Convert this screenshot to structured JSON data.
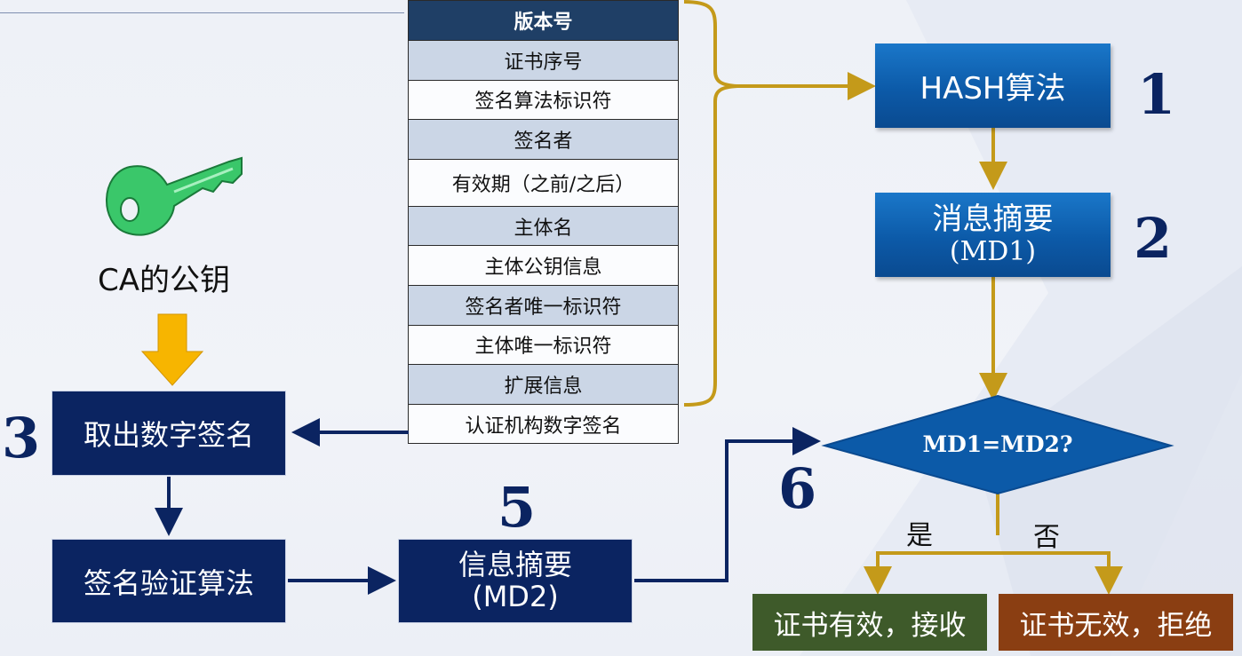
{
  "certificate_fields": [
    "版本号",
    "证书序号",
    "签名算法标识符",
    "签名者",
    "有效期（之前/之后）",
    "主体名",
    "主体公钥信息",
    "签名者唯一标识符",
    "主体唯一标识符",
    "扩展信息",
    "认证机构数字签名"
  ],
  "key_label": "CA的公钥",
  "boxes": {
    "hash": "HASH算法",
    "digest1_line1": "消息摘要",
    "digest1_line2": "(MD1)",
    "extract": "取出数字签名",
    "verify": "签名验证算法",
    "digest2_line1": "信息摘要",
    "digest2_line2": "(MD2)",
    "compare": "MD1=MD2?"
  },
  "branches": {
    "yes": "是",
    "no": "否"
  },
  "results": {
    "valid": "证书有效，接收",
    "invalid": "证书无效，拒绝"
  },
  "step_numbers": {
    "s1": "1",
    "s2": "2",
    "s3": "3",
    "s5": "5",
    "s6": "6"
  },
  "colors": {
    "navy": "#0b2461",
    "blue": "#0c5aa8",
    "gold": "#c49a1a",
    "valid_bg": "#3e5a2a",
    "invalid_bg": "#8a3e12",
    "table_header": "#1f3f66",
    "table_alt": "#cbd6e6"
  }
}
